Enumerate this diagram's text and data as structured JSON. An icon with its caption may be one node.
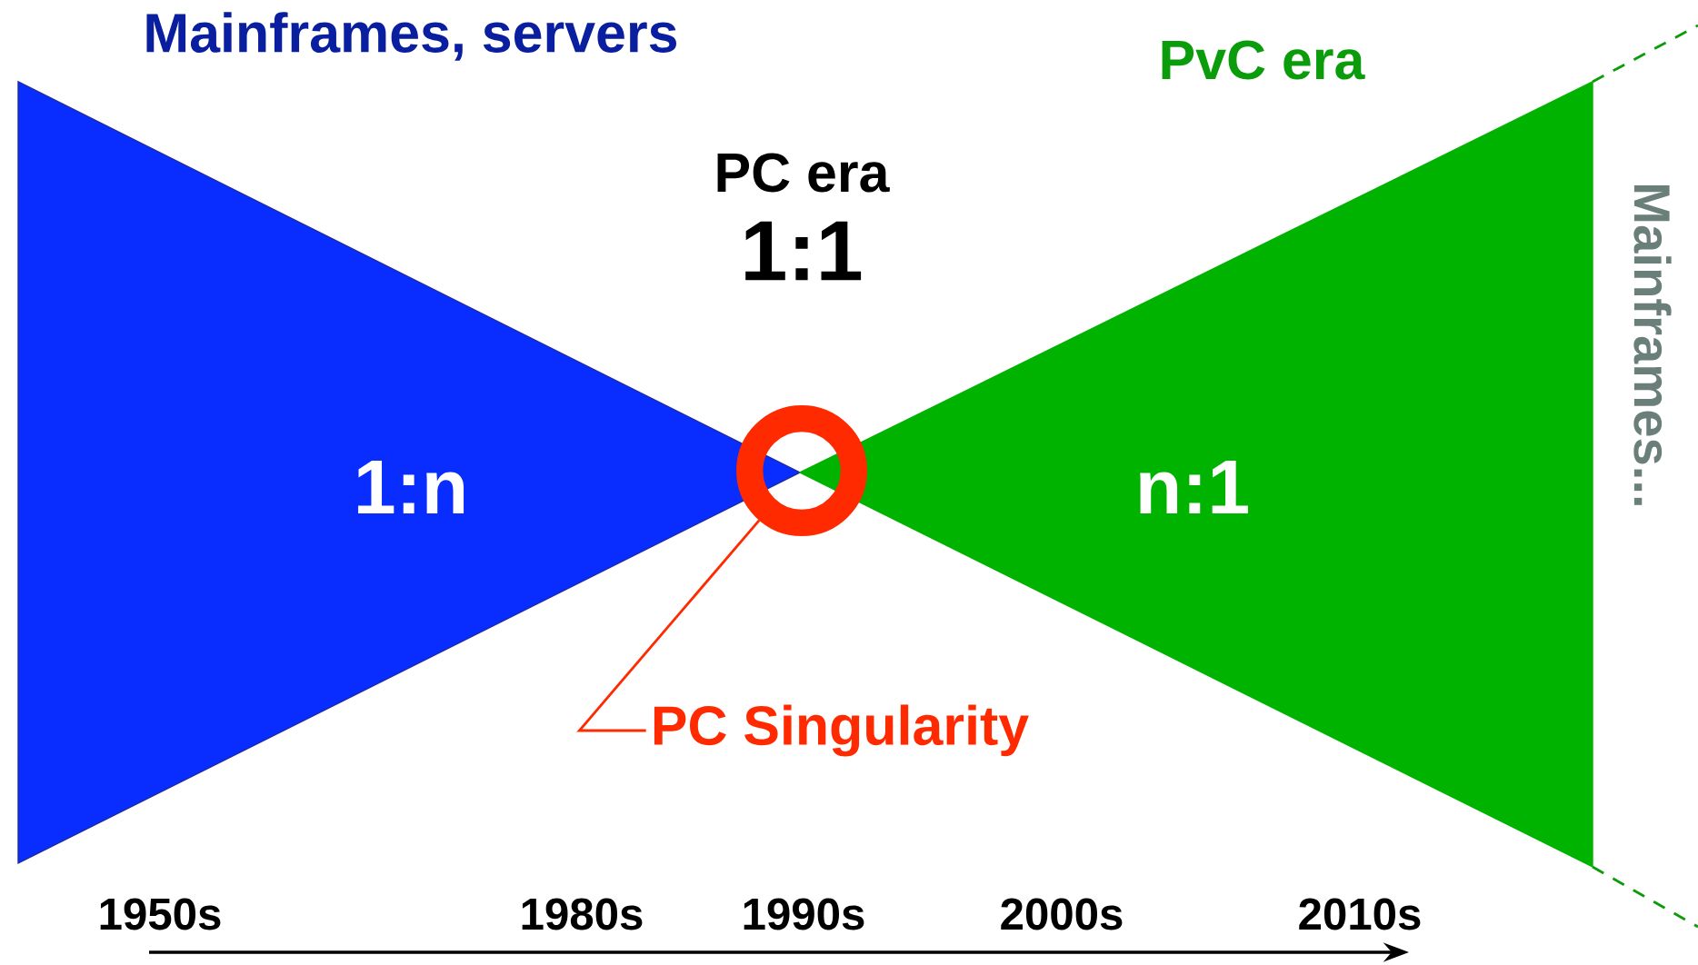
{
  "diagram": {
    "nodes": [
      {
        "text": [
          "Mainframes, servers",
          "1:n"
        ]
      },
      {
        "text": [
          "PvC era",
          "n:1"
        ]
      },
      {
        "text": [],
        "shape": "circle"
      },
      {
        "text": [
          "PC Singularity"
        ]
      }
    ],
    "edges": [
      {
        "from": 3,
        "to": 2,
        "arrow": "none",
        "color": "#ff2a00"
      }
    ],
    "labels": [
      "PC era",
      "1:1",
      "Mainframes...",
      "1950s",
      "1980s",
      "1990s",
      "2000s",
      "2010s"
    ]
  }
}
